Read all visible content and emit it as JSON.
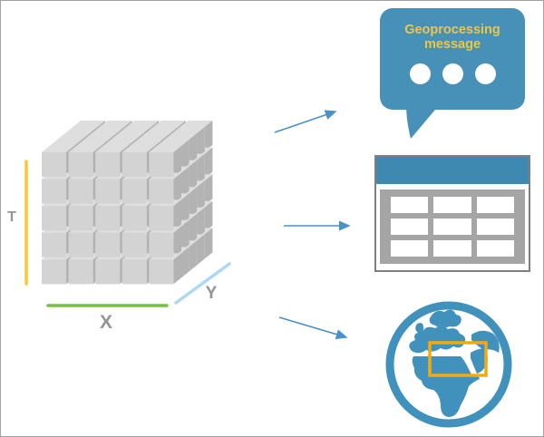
{
  "page": {
    "background_color": "#ffffff",
    "border_color": "#a2a2a2",
    "description": "Diagram of a space-time cube pointing to a geoprocessing message, a table, and a globe map extent"
  },
  "cube": {
    "grid": {
      "cols": 5,
      "rows": 5,
      "layers": 5
    },
    "face_colors": {
      "front": "#d3d3d3",
      "top": "#dedede",
      "right": "#b3b3b3"
    },
    "axes": {
      "t_label": "T",
      "x_label": "X",
      "y_label": "Y",
      "t_color": "#ffc72e",
      "x_color": "#76c043",
      "y_color": "#aed7f2",
      "label_color": "#949494"
    }
  },
  "arrows": {
    "color": "#4a91c6",
    "count": 3
  },
  "bubble": {
    "label": "Geoprocessing message",
    "fill_color": "#4791b9",
    "text_color": "#e9c74e",
    "dot_color": "#ffffff",
    "dot_count": 3
  },
  "table_icon": {
    "border_color": "#7f7f7f",
    "header_color": "#3e89b2",
    "body_color": "#a5a5a5",
    "cell_color": "#ffffff",
    "rows": 3,
    "cols": 3
  },
  "globe_icon": {
    "land_color": "#4191bd",
    "ring_color": "#4191bd",
    "sea_color": "#ffffff",
    "extent_box_color": "#f2aa0d"
  }
}
